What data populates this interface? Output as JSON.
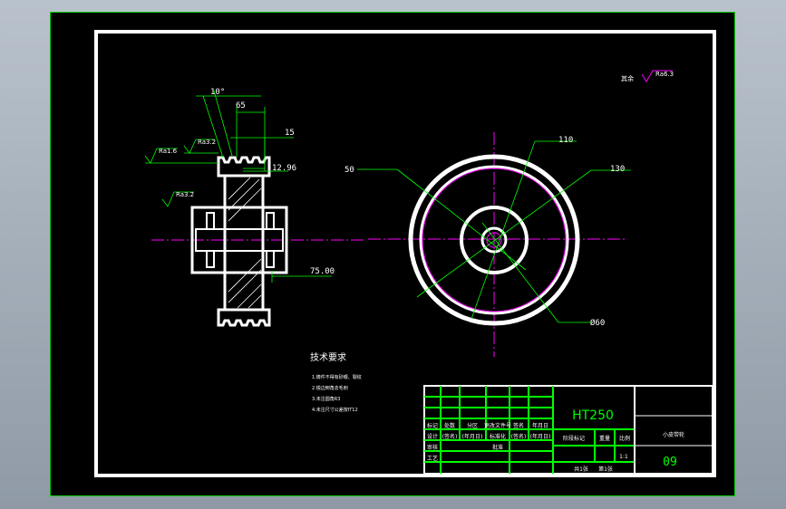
{
  "colors": {
    "background": "#000000",
    "border": "#ffffff",
    "dimension": "#00ff00",
    "center_line": "#ff00ff",
    "part": "#ffffff",
    "frame": "#00c800"
  },
  "roughness": {
    "general_prefix": "其余",
    "general_value": "Ra6.3",
    "left_top": "Ra1.6",
    "left_top2": "Ra3.2",
    "left_mid": "Ra3.2"
  },
  "dimensions": {
    "angle": "10°",
    "width_65": "65",
    "width_15": "15",
    "value_1296": "12.96",
    "value_7500": "75.00",
    "diam_50": "50",
    "diam_110": "110",
    "diam_130": "130",
    "diam_60": "Ø60"
  },
  "tech_notes": {
    "title": "技术要求",
    "items": [
      "1.铸件不得有砂眼、裂纹",
      "2.锐边倒角去毛刺",
      "3.未注圆角R3",
      "4.未注尺寸公差按IT12"
    ]
  },
  "title_block": {
    "material": "HT250",
    "part_name": "小皮带轮",
    "drawing_number": "09",
    "scale": "1:1",
    "headers_row1": [
      "标记",
      "处数",
      "分区",
      "更改文件号",
      "签名",
      "年月日"
    ],
    "headers_row2": [
      "设计",
      "(签名)",
      "(年月日)",
      "标准化",
      "(签名)",
      "(年月日)"
    ],
    "roles": [
      "审核",
      "工艺"
    ],
    "labels": [
      "批准"
    ],
    "stage_cells": [
      "阶段标记",
      "重量",
      "比例"
    ],
    "sheet_info": [
      "共1张",
      "第1张"
    ]
  }
}
